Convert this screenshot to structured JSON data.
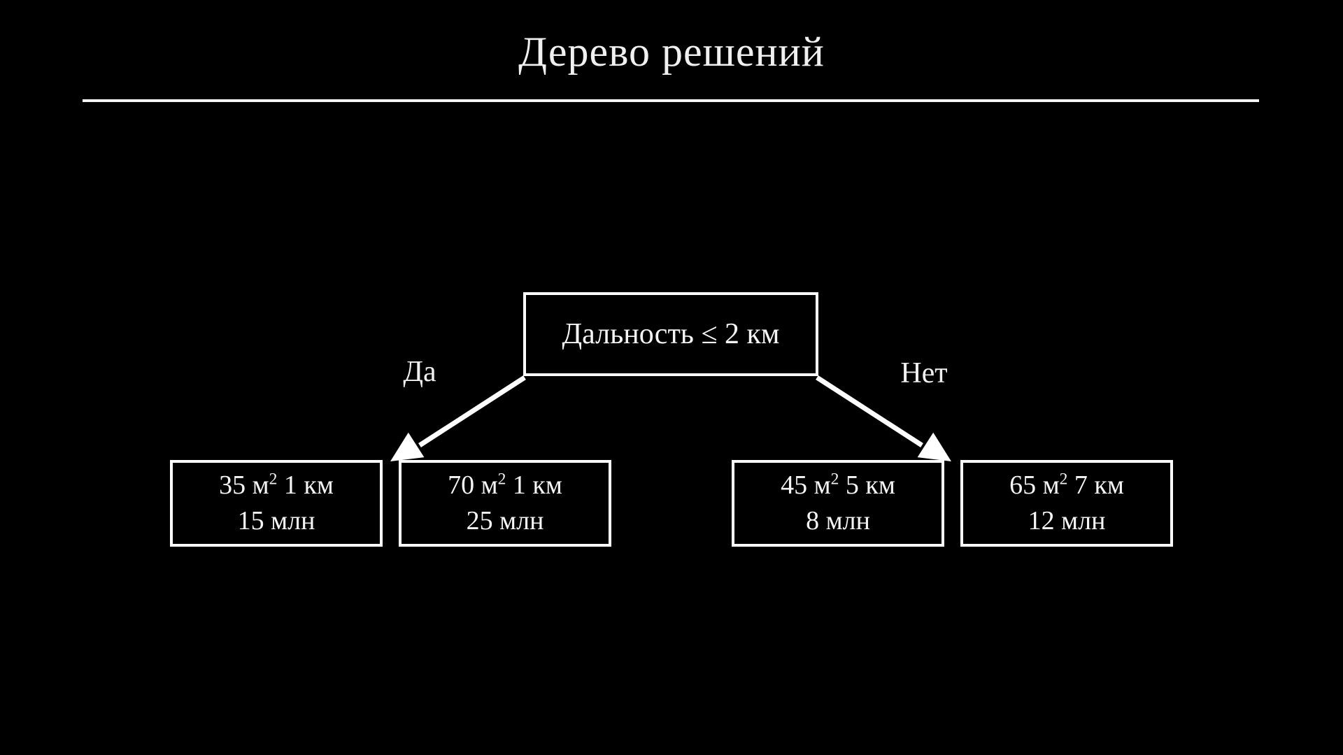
{
  "title": "Дерево решений",
  "colors": {
    "background": "#000000",
    "foreground": "#ffffff"
  },
  "tree": {
    "root": {
      "label": "Дальность ≤ 2 км"
    },
    "edges": [
      {
        "label": "Да"
      },
      {
        "label": "Нет"
      }
    ],
    "leaves": [
      {
        "area": "35 м",
        "area_sup": "2",
        "distance": "1 км",
        "price": "15 млн"
      },
      {
        "area": "70 м",
        "area_sup": "2",
        "distance": "1 км",
        "price": "25 млн"
      },
      {
        "area": "45 м",
        "area_sup": "2",
        "distance": "5 км",
        "price": "8 млн"
      },
      {
        "area": "65 м",
        "area_sup": "2",
        "distance": "7 км",
        "price": "12 млн"
      }
    ]
  }
}
